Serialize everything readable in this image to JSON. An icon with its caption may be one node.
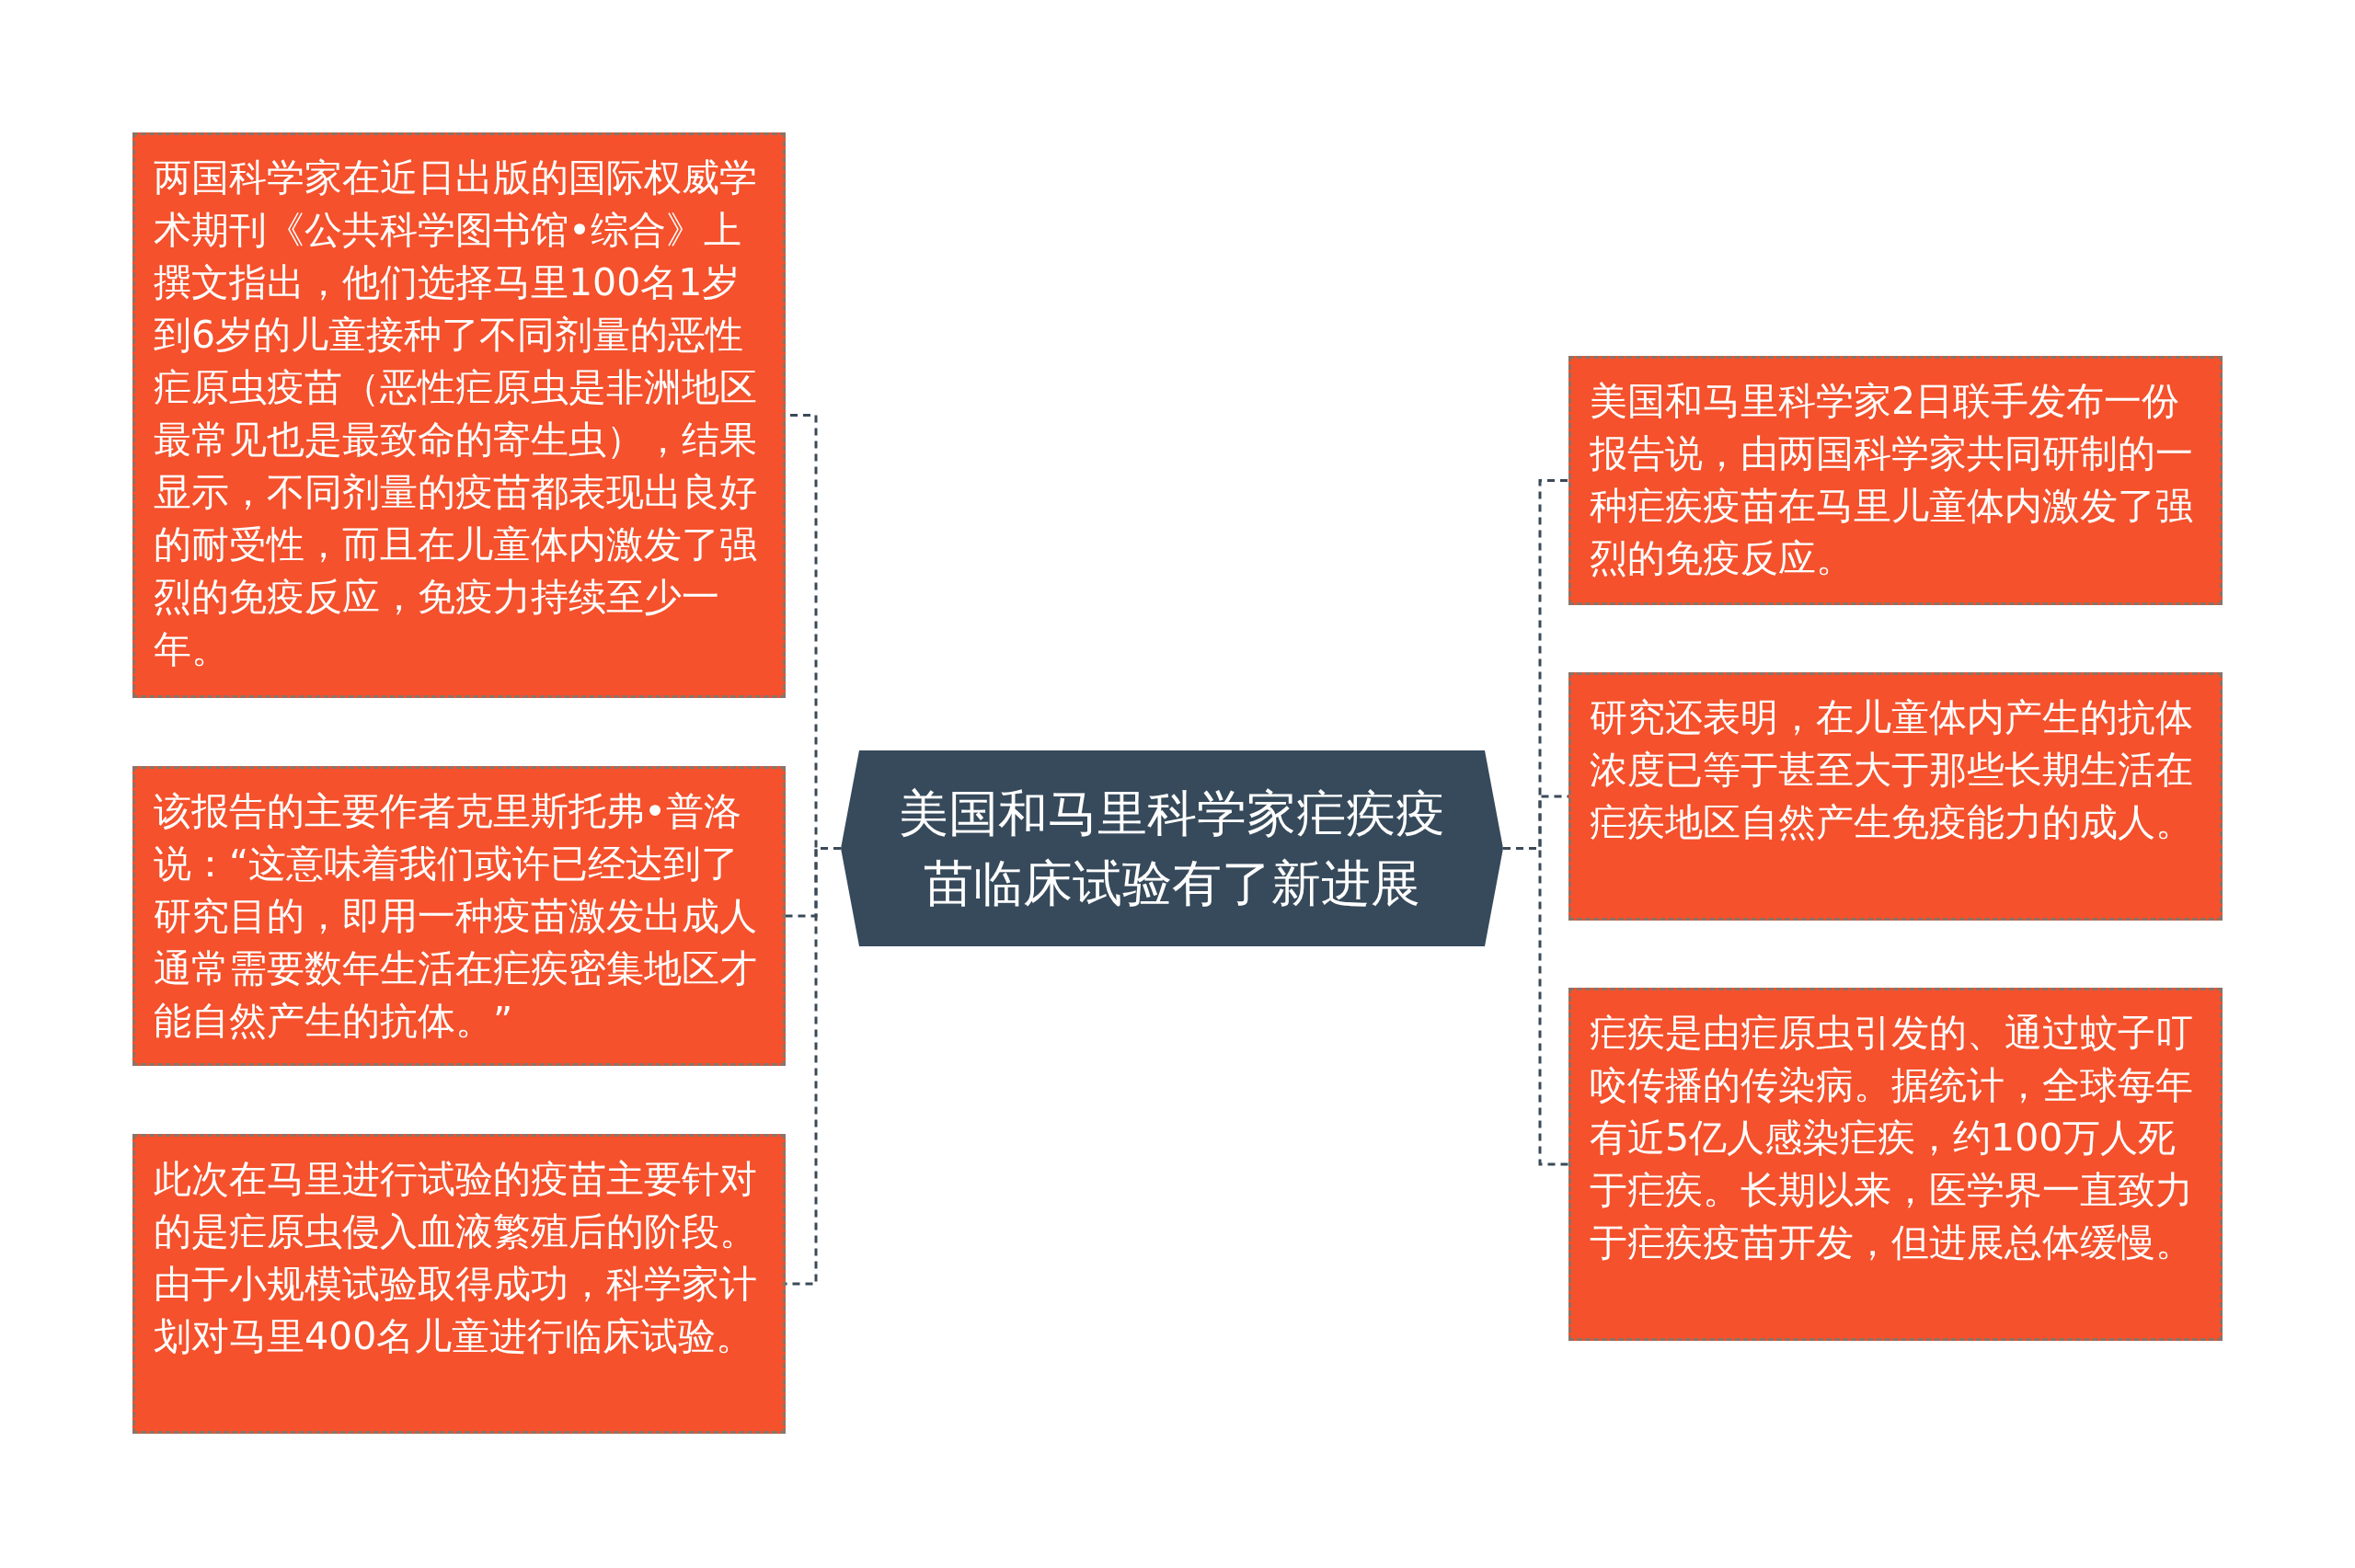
{
  "diagram": {
    "nodes": [
      {
        "text": [
          "美国和马里科学家疟疾疫苗临床试验有了新进展"
        ]
      },
      {
        "text": [
          "两国科学家在近日出版的国际权威学术期刊《公共科学图书馆•综合》上撰文指出，他们选择马里100名1岁到6岁的儿童接种了不同剂量的恶性疟原虫疫苗（恶性疟原虫是非洲地区最常见也是最致命的寄生虫），结果显示，不同剂量的疫苗都表现出良好的耐受性，而且在儿童体内激发了强烈的免疫反应，免疫力持续至少一年。"
        ]
      },
      {
        "text": [
          "该报告的主要作者克里斯托弗•普洛说：“这意味着我们或许已经达到了研究目的，即用一种疫苗激发出成人通常需要数年生活在疟疾密集地区才能自然产生的抗体。”"
        ]
      },
      {
        "text": [
          "此次在马里进行试验的疫苗主要针对的是疟原虫侵入血液繁殖后的阶段。由于小规模试验取得成功，科学家计划对马里400名儿童进行临床试验。"
        ]
      },
      {
        "text": [
          "美国和马里科学家2日联手发布一份报告说，由两国科学家共同研制的一种疟疾疫苗在马里儿童体内激发了强烈的免疫反应。"
        ]
      },
      {
        "text": [
          "研究还表明，在儿童体内产生的抗体浓度已等于甚至大于那些长期生活在疟疾地区自然产生免疫能力的成人。"
        ]
      },
      {
        "text": [
          "疟疾是由疟原虫引发的、通过蚊子叮咬传播的传染病。据统计，全球每年有近5亿人感染疟疾，约100万人死于疟疾。长期以来，医学界一直致力于疟疾疫苗开发，但进展总体缓慢。"
        ]
      }
    ],
    "edges": [
      {
        "from": 0,
        "to": 1,
        "arrow": "none",
        "style": "dashed"
      },
      {
        "from": 0,
        "to": 2,
        "arrow": "none",
        "style": "dashed"
      },
      {
        "from": 0,
        "to": 3,
        "arrow": "none",
        "style": "dashed"
      },
      {
        "from": 0,
        "to": 4,
        "arrow": "none",
        "style": "dashed"
      },
      {
        "from": 0,
        "to": 5,
        "arrow": "none",
        "style": "dashed"
      },
      {
        "from": 0,
        "to": 6,
        "arrow": "none",
        "style": "dashed"
      }
    ]
  }
}
